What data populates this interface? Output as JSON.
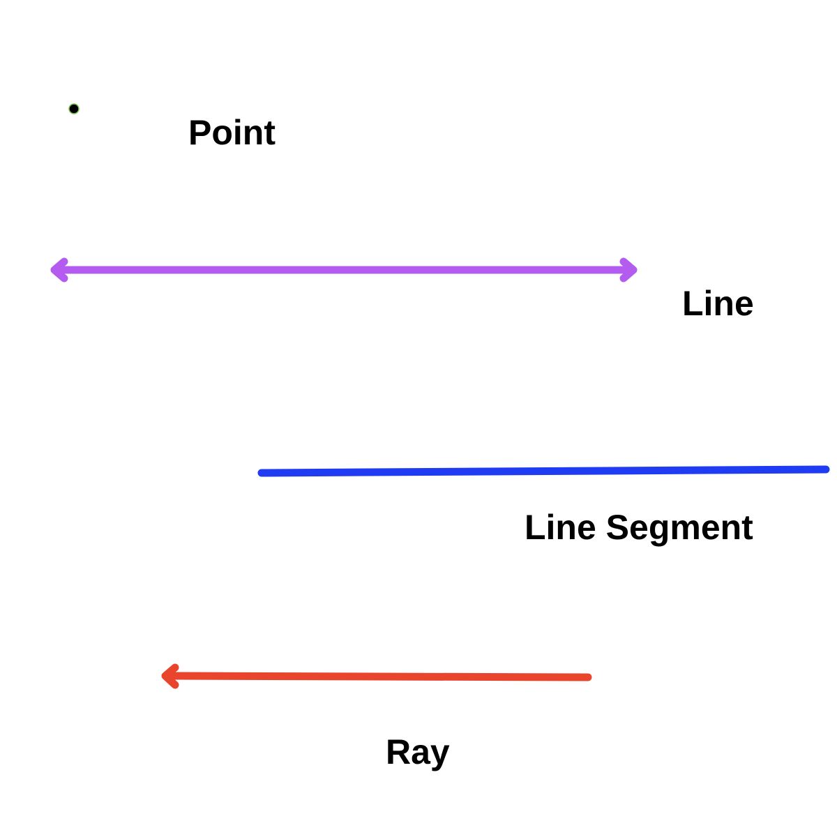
{
  "labels": {
    "point": "Point",
    "line": "Line",
    "segment": "Line Segment",
    "ray": "Ray"
  },
  "colors": {
    "point": "#000000",
    "point_outline": "#7ec850",
    "line": "#b45cf0",
    "segment": "#1f3cf2",
    "ray": "#e8452c",
    "text": "#000000",
    "background": "#ffffff"
  },
  "icons": {
    "point": "dot",
    "line": "double-headed-arrow",
    "segment": "plain-segment",
    "ray": "left-arrowhead-ray"
  }
}
